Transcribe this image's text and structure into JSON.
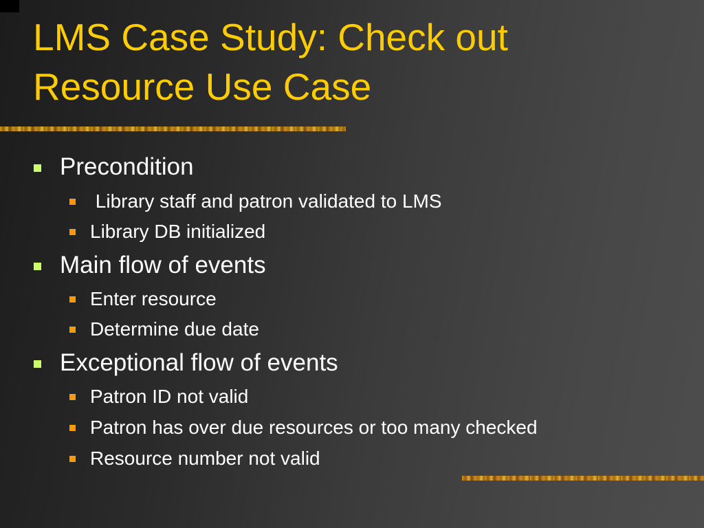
{
  "slide": {
    "title_lines": [
      "LMS Case Study: Check out",
      "Resource Use Case"
    ],
    "sections": [
      {
        "label": "Precondition",
        "items": [
          " Library staff and patron validated to LMS",
          "Library DB initialized"
        ]
      },
      {
        "label": "Main flow of events",
        "items": [
          "Enter resource",
          "Determine due date"
        ]
      },
      {
        "label": "Exceptional flow of events",
        "items": [
          "Patron ID not valid",
          "Patron has over due resources or too many checked",
          "Resource number not valid"
        ]
      }
    ]
  },
  "colors": {
    "title": "#ffcc00",
    "body_text": "#ffffff",
    "level1_bullet": "#ccff66",
    "level2_bullet": "#ff9900",
    "accent_bar": "#c49a1a"
  },
  "icons": {
    "level1_bullet": "square-bullet-icon",
    "level2_bullet": "square-bullet-icon"
  }
}
